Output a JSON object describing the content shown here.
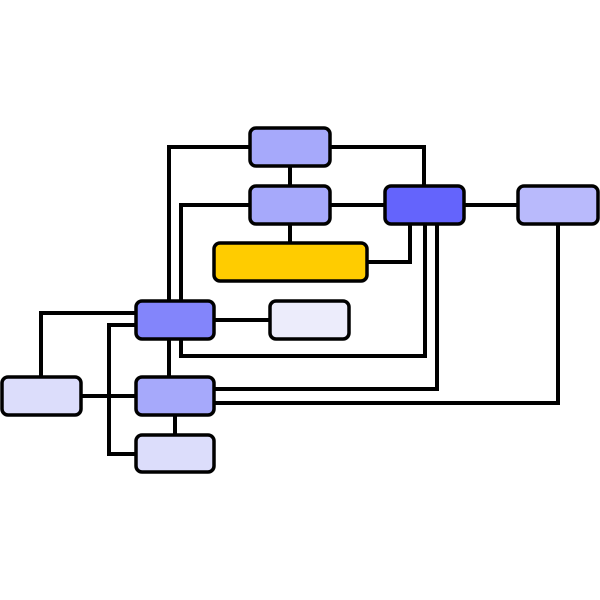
{
  "diagram": {
    "background": "#ffffff",
    "line_color": "#000000",
    "palette": {
      "medium_blue": "#a6a9fb",
      "bright_blue": "#6464fc",
      "light_blue": "#b9bafc",
      "pale_blue": "#dcddfb",
      "very_pale_blue": "#ececfb",
      "mid_blue": "#8385fb",
      "highlight_yellow": "#ffcc00"
    },
    "nodes": [
      {
        "id": "n1",
        "color": "#a6a9fb",
        "label": ""
      },
      {
        "id": "n2",
        "color": "#a6a9fb",
        "label": ""
      },
      {
        "id": "n3",
        "color": "#6464fc",
        "label": ""
      },
      {
        "id": "n4",
        "color": "#b9bafc",
        "label": ""
      },
      {
        "id": "n5",
        "color": "#ffcc00",
        "label": ""
      },
      {
        "id": "n6",
        "color": "#8385fb",
        "label": ""
      },
      {
        "id": "n7",
        "color": "#ececfb",
        "label": ""
      },
      {
        "id": "n8",
        "color": "#dcddfb",
        "label": ""
      },
      {
        "id": "n9",
        "color": "#a6a9fb",
        "label": ""
      },
      {
        "id": "n10",
        "color": "#dcddfb",
        "label": ""
      }
    ],
    "edges": [
      {
        "from": "n1",
        "to": "n2"
      },
      {
        "from": "n1",
        "to": "n3"
      },
      {
        "from": "n1",
        "to": "n6"
      },
      {
        "from": "n2",
        "to": "n3"
      },
      {
        "from": "n2",
        "to": "n5"
      },
      {
        "from": "n2",
        "to": "n6"
      },
      {
        "from": "n3",
        "to": "n4"
      },
      {
        "from": "n3",
        "to": "n5"
      },
      {
        "from": "n3",
        "to": "n6"
      },
      {
        "from": "n3",
        "to": "n9"
      },
      {
        "from": "n4",
        "to": "n9"
      },
      {
        "from": "n6",
        "to": "n7"
      },
      {
        "from": "n6",
        "to": "n8"
      },
      {
        "from": "n6",
        "to": "n9"
      },
      {
        "from": "n6",
        "to": "n10"
      },
      {
        "from": "n8",
        "to": "n9"
      },
      {
        "from": "n9",
        "to": "n10"
      }
    ]
  }
}
